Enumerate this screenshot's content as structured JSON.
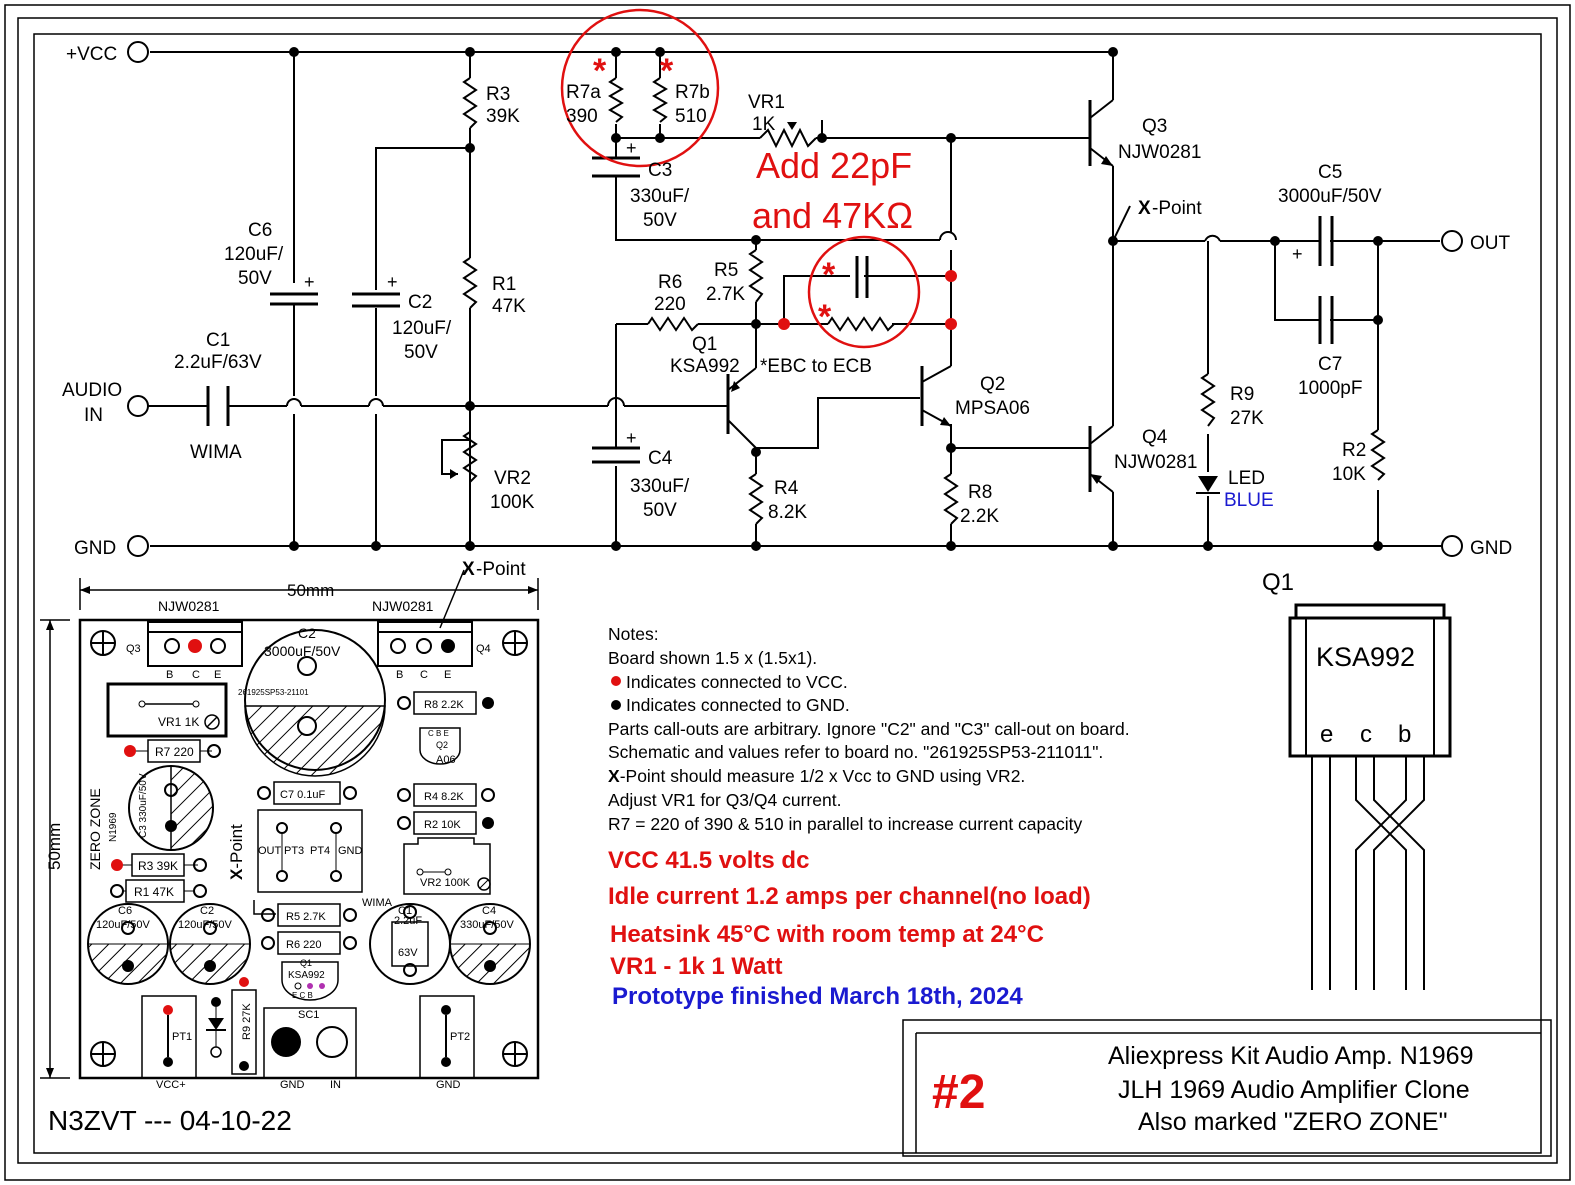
{
  "colors": {
    "ink": "#000000",
    "red": "#e01010",
    "blue": "#1a1ad0",
    "hatch": "#000000"
  },
  "schematic": {
    "rails": {
      "vcc": "+VCC",
      "gnd": "GND",
      "gnd_right": "GND",
      "out": "OUT",
      "audio_in_1": "AUDIO",
      "audio_in_2": "IN"
    },
    "components": {
      "r7a": {
        "ref": "R7a",
        "val": "390"
      },
      "r7b": {
        "ref": "R7b",
        "val": "510"
      },
      "vr1": {
        "ref": "VR1",
        "val": "1K"
      },
      "r3": {
        "ref": "R3",
        "val": "39K"
      },
      "c3": {
        "ref": "C3",
        "val1": "330uF/",
        "val2": "50V"
      },
      "q3": {
        "ref": "Q3",
        "val": "NJW0281"
      },
      "q4": {
        "ref": "Q4",
        "val": "NJW0281"
      },
      "c5": {
        "ref": "C5",
        "val": "3000uF/50V"
      },
      "c6": {
        "ref": "C6",
        "val1": "120uF/",
        "val2": "50V"
      },
      "c2": {
        "ref": "C2",
        "val1": "120uF/",
        "val2": "50V"
      },
      "r1": {
        "ref": "R1",
        "val": "47K"
      },
      "r6": {
        "ref": "R6",
        "val": "220"
      },
      "r5": {
        "ref": "R5",
        "val": "2.7K"
      },
      "c1": {
        "ref": "C1",
        "val": "2.2uF/63V",
        "note": "WIMA"
      },
      "q1": {
        "ref": "Q1",
        "val": "KSA992",
        "note": "*EBC to ECB"
      },
      "q2": {
        "ref": "Q2",
        "val": "MPSA06"
      },
      "c7": {
        "ref": "C7",
        "val": "1000pF"
      },
      "vr2": {
        "ref": "VR2",
        "val": "100K"
      },
      "c4": {
        "ref": "C4",
        "val1": "330uF/",
        "val2": "50V"
      },
      "r4": {
        "ref": "R4",
        "val": "8.2K"
      },
      "r8": {
        "ref": "R8",
        "val": "2.2K"
      },
      "r9": {
        "ref": "R9",
        "val": "27K"
      },
      "led": {
        "ref": "LED",
        "val": "BLUE"
      },
      "r2": {
        "ref": "R2",
        "val": "10K"
      }
    },
    "xpoint_label": "-Point",
    "xpoint_x": "X",
    "mod_note_1": "Add 22pF",
    "mod_note_2": "and 47KΩ",
    "star": "*",
    "plus": "+"
  },
  "board": {
    "width_label": "50mm",
    "height_label": "50mm",
    "xpoint_x": "X",
    "xpoint_label": "-Point",
    "xpoint_side": "X-Point",
    "q3_part": "NJW0281",
    "q4_part": "NJW0281",
    "q3_label": "Q3",
    "q4_label": "Q4",
    "pins_bce": [
      "B",
      "C",
      "E"
    ],
    "c2_top": "C2",
    "c2_val": "3000uF/50V",
    "pcb_code": "261925SP53-21101",
    "vr1": "VR1 1K",
    "r7": "R7 220",
    "c3_rot": "C3 330uF/50V",
    "zero_zone": "ZERO   ZONE",
    "n1969": "N1969",
    "r3": "R3 39K",
    "r1": "R1 47K",
    "c7": "C7 0.1uF",
    "pt3": "PT3",
    "pt4": "PT4",
    "out": "OUT",
    "gnd": "GND",
    "r8": "R8 2.2K",
    "q2_pins": "C  B  E",
    "q2_ref": "Q2",
    "q2_val": "A06",
    "r4": "R4 8.2K",
    "r2": "R2 10K",
    "vr2": "VR2 100K",
    "r5": "R5 2.7K",
    "r6": "R6 220",
    "wima": "WIMA",
    "c1": "C1",
    "c1_val": "2.2uF",
    "c1_v": "63V",
    "c6": "C6",
    "c6_val": "120uF/50V",
    "c2b": "C2",
    "c2b_val": "120uF/50V",
    "c4": "C4",
    "c4_val": "330uF/50V",
    "q1": "Q1",
    "q1_val": "KSA992",
    "q1_pins": "E  C  B",
    "r9": "R9  27K",
    "sc1": "SC1",
    "pt1": "PT1",
    "pt2": "PT2",
    "vcc_plus": "VCC+",
    "gnd1": "GND",
    "in": "IN",
    "gnd2": "GND",
    "author": "N3ZVT --- 04-10-22"
  },
  "notes": {
    "lines": [
      "Notes:",
      "Board shown 1.5 x (1.5x1).",
      "Indicates connected to VCC.",
      "Indicates connected to GND.",
      "Parts call-outs are arbitrary. Ignore \"C2\" and \"C3\" call-out on board.",
      "Schematic and values refer to board no. \"261925SP53-211011\".",
      "-Point should measure 1/2 x Vcc to GND using VR2.",
      "Adjust VR1 for Q3/Q4 current.",
      "R7 = 220 of 390 & 510 in parallel to increase current capacity"
    ],
    "xpoint_x": "X",
    "red_lines": [
      "VCC 41.5 volts dc",
      "Idle current 1.2 amps per channel(no load)",
      "Heatsink 45°C with room temp at 24°C",
      "VR1 - 1k 1 Watt"
    ],
    "blue_line": "Prototype finished March 18th, 2024"
  },
  "q1_package": {
    "title": "Q1",
    "part": "KSA992",
    "pins": [
      "e",
      "c",
      "b"
    ]
  },
  "title_block": {
    "number": "#2",
    "line1": "Aliexpress Kit Audio Amp. N1969",
    "line2": "JLH 1969 Audio Amplifier Clone",
    "line3": "Also marked \"ZERO  ZONE\""
  }
}
